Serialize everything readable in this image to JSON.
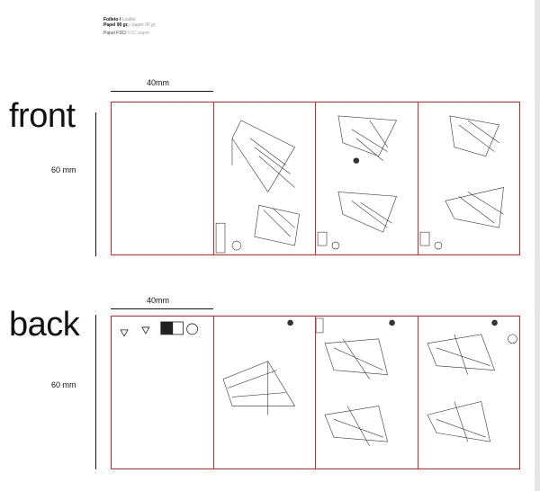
{
  "header": {
    "line1_bold": "Folleto /",
    "line1_light": "Leaflet",
    "line2_bold": "Papel 90 gr.",
    "line2_light": "/ paper 90 gr.",
    "line3_bold": "Papel FSC/",
    "line3_light": "FSC paper"
  },
  "front": {
    "title": "front",
    "width_label": "40mm",
    "height_label": "60 mm"
  },
  "back": {
    "title": "back",
    "width_label": "40mm",
    "height_label": "60 mm",
    "symbols": [
      "recycling-triangle-icon",
      "recycling-triangle-icon",
      "weee-bin-icon",
      "fsc-logo",
      "recycle-arrows-icon"
    ]
  },
  "colors": {
    "panel_border": "#d9232d"
  }
}
